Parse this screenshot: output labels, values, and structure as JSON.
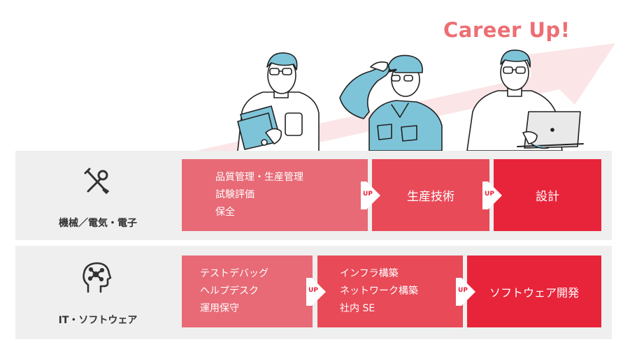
{
  "header": {
    "title": "Career Up!"
  },
  "rows": [
    {
      "category": "機械／電気・電子",
      "icon": "tools-icon",
      "stages": [
        {
          "lines": [
            "品質管理・生産管理",
            "試験評価",
            "保全"
          ]
        },
        {
          "label": "生産技術"
        },
        {
          "label": "設計"
        }
      ]
    },
    {
      "category": "IT・ソフトウェア",
      "icon": "head-network-icon",
      "stages": [
        {
          "lines": [
            "テストデバッグ",
            "ヘルプデスク",
            "運用保守"
          ]
        },
        {
          "lines": [
            "インフラ構築",
            "ネットワーク構築",
            "社内 SE"
          ]
        },
        {
          "label": "ソフトウェア開発"
        }
      ]
    }
  ],
  "up_label": "UP",
  "colors": {
    "stage1": "#e76a76",
    "stage2": "#e84a58",
    "stage3": "#e8243a",
    "accent": "#ec6f73"
  }
}
